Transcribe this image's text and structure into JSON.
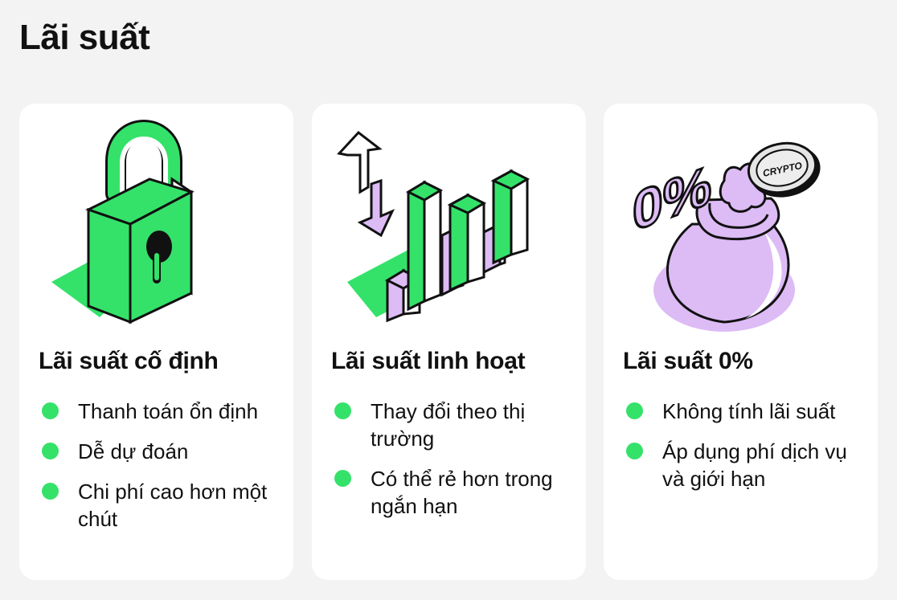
{
  "page": {
    "title": "Lãi suất"
  },
  "colors": {
    "accent_green": "#34e26a",
    "accent_purple": "#ddbbf5",
    "card_bg": "#ffffff",
    "page_bg": "#f3f3f3"
  },
  "cards": [
    {
      "title": "Lãi suất cố định",
      "icon": "padlock-illustration",
      "bullets": [
        "Thanh toán ổn định",
        "Dễ dự đoán",
        "Chi phí cao hơn một chút"
      ]
    },
    {
      "title": "Lãi suất linh hoạt",
      "icon": "bar-chart-arrows-illustration",
      "bullets": [
        "Thay đổi theo thị trường",
        "Có thể rẻ hơn trong ngắn hạn"
      ]
    },
    {
      "title": "Lãi suất 0%",
      "icon": "money-bag-illustration",
      "illustration_text": {
        "percent": "0%",
        "coin": "CRYPTO"
      },
      "bullets": [
        "Không tính lãi suất",
        "Áp dụng phí dịch vụ và giới hạn"
      ]
    }
  ]
}
